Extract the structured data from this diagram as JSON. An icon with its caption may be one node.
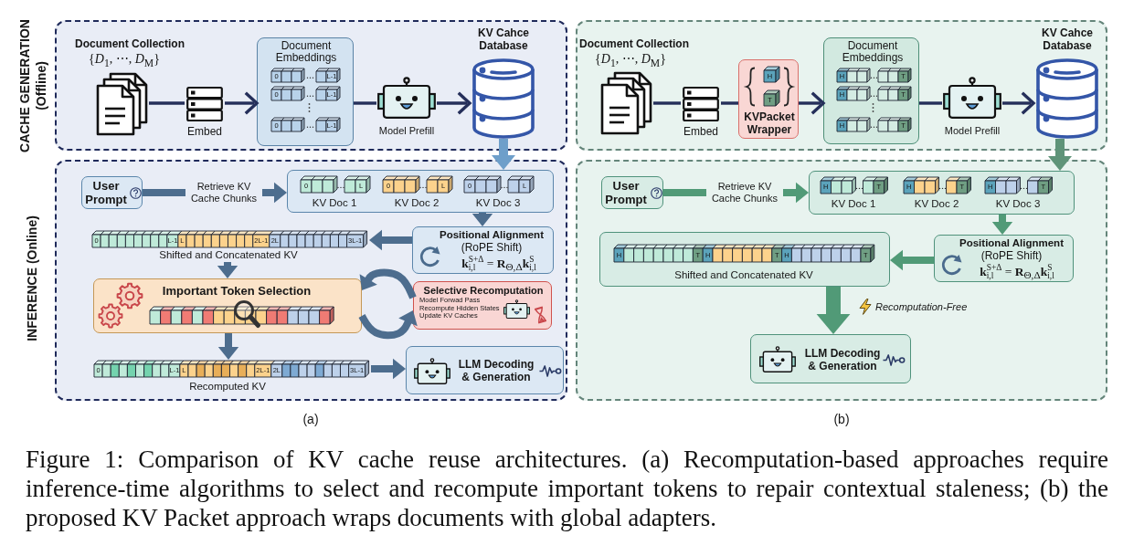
{
  "diagram": {
    "caption": "Figure 1: Comparison of KV cache reuse architectures. (a) Recomputation-based approaches require inference-time algorithms to select and recompute important tokens to repair contextual staleness; (b) the proposed KV Packet approach wraps documents with global adapters.",
    "nodes": [
      {
        "text": [
          "CACHE GENERATION (Offline)"
        ]
      },
      {
        "text": [],
        "shape": "picture",
        "in": 0,
        "beside": [
          "Document Collection",
          "{*D*$_{1}$, ⋯, *D*$_{M}$}"
        ]
      },
      {
        "text": [
          "Embed"
        ],
        "in": 0
      },
      {
        "text": [
          "Document Embeddings",
          "0",
          "L-1",
          "0",
          "L-1",
          "0",
          "L-1"
        ],
        "in": 0
      },
      {
        "text": [
          "Model Prefill"
        ],
        "in": 0
      },
      {
        "text": [
          "KV Cahce Database"
        ],
        "in": 0
      },
      {
        "text": [
          "INFERENCE (Online)"
        ]
      },
      {
        "text": [
          "User Prompt"
        ],
        "in": 6
      },
      {
        "text": [
          "0",
          "L",
          "KV Doc 1",
          "0",
          "L",
          "KV Doc 2",
          "0",
          "L",
          "KV Doc 3"
        ],
        "in": 6
      },
      {
        "text": [
          "Positional Alignment",
          "(RoPE Shift)",
          "**k**$_{i,l}$$^{S+Δ}$ = **R**$_{Θ,Δ}$**k**$_{i,l}$$^{S}$"
        ],
        "in": 6
      },
      {
        "text": [
          "0",
          "L-1",
          "L",
          "2L-1",
          "2L",
          "3L-1",
          "Shifted and Concatenated KV"
        ],
        "in": 6
      },
      {
        "text": [
          "Important Token Selection"
        ],
        "in": 6
      },
      {
        "text": [
          "Selective Recomputation",
          "Model Forwad Pass",
          "Recompute Hidden States",
          "Update KV Caches"
        ],
        "in": 6
      },
      {
        "text": [
          "0",
          "L-1",
          "L",
          "2L-1",
          "2L",
          "3L-1",
          "Recomputed KV"
        ],
        "in": 6
      },
      {
        "text": [
          "LLM Decoding & Generation"
        ],
        "in": 6
      },
      {
        "text": [],
        "shape": "box"
      },
      {
        "text": [],
        "shape": "picture",
        "in": 15,
        "beside": [
          "Document Collection",
          "{*D*$_{1}$, ⋯, *D*$_{M}$}"
        ]
      },
      {
        "text": [
          "Embed"
        ],
        "in": 15
      },
      {
        "text": [
          "H",
          "T",
          "KVPacket Wrapper"
        ],
        "in": 15
      },
      {
        "text": [
          "Document Embeddings",
          "H",
          "T",
          "H",
          "T",
          "H",
          "T"
        ],
        "in": 15
      },
      {
        "text": [
          "Model Prefill"
        ],
        "in": 15
      },
      {
        "text": [
          "KV Cahce Database"
        ],
        "in": 15
      },
      {
        "text": [],
        "shape": "box"
      },
      {
        "text": [
          "User Prompt"
        ],
        "in": 22
      },
      {
        "text": [
          "H",
          "T",
          "KV Doc 1",
          "H",
          "T",
          "KV Doc 2",
          "H",
          "T",
          "KV Doc 3"
        ],
        "in": 22
      },
      {
        "text": [
          "Positional Alignment",
          "(RoPE Shift)",
          "**k**$_{i,l}$$^{S+Δ}$ = **R**$_{Θ,Δ}$**k**$_{i,l}$$^{S}$"
        ],
        "in": 22
      },
      {
        "text": [
          "H",
          "T",
          "H",
          "T",
          "H",
          "T",
          "Shifted and Concatenated KV"
        ],
        "in": 22
      },
      {
        "text": [
          "LLM Decoding & Generation"
        ],
        "in": 22
      }
    ],
    "edges": [
      {
        "from": 1,
        "to": 2,
        "arrow": "none"
      },
      {
        "from": 2,
        "to": 3,
        "arrow": "to"
      },
      {
        "from": 3,
        "to": 4,
        "arrow": "none"
      },
      {
        "from": 4,
        "to": 5,
        "arrow": "to"
      },
      {
        "from": 5,
        "to": 8,
        "arrow": "to",
        "color": "#6e9fca"
      },
      {
        "from": 7,
        "to": 8,
        "arrow": "to",
        "label": "Retrieve KV Cache Chunks",
        "color": "#4d6d8e"
      },
      {
        "from": 8,
        "to": 9,
        "arrow": "to",
        "color": "#4d6d8e"
      },
      {
        "from": 9,
        "to": 10,
        "arrow": "to",
        "color": "#4d6d8e"
      },
      {
        "from": 10,
        "to": 11,
        "arrow": "to",
        "color": "#4d6d8e"
      },
      {
        "from": 12,
        "to": 11,
        "arrow": "to",
        "color": "#4d6d8e"
      },
      {
        "from": 11,
        "to": 12,
        "arrow": "to",
        "color": "#4d6d8e"
      },
      {
        "from": 11,
        "to": 13,
        "arrow": "to",
        "color": "#4d6d8e"
      },
      {
        "from": 13,
        "to": 14,
        "arrow": "to",
        "color": "#4d6d8e"
      },
      {
        "from": 16,
        "to": 17,
        "arrow": "none"
      },
      {
        "from": 17,
        "to": 18,
        "arrow": "none"
      },
      {
        "from": 18,
        "to": 19,
        "arrow": "to"
      },
      {
        "from": 19,
        "to": 20,
        "arrow": "none"
      },
      {
        "from": 20,
        "to": 21,
        "arrow": "to"
      },
      {
        "from": 21,
        "to": 24,
        "arrow": "to",
        "color": "#5f9479"
      },
      {
        "from": 23,
        "to": 24,
        "arrow": "to",
        "label": "Retrieve KV Cache Chunks",
        "color": "#519a77"
      },
      {
        "from": 24,
        "to": 25,
        "arrow": "to",
        "color": "#519a77"
      },
      {
        "from": 25,
        "to": 26,
        "arrow": "to",
        "color": "#519a77"
      },
      {
        "from": 26,
        "to": 27,
        "arrow": "to",
        "label": "Recomputation-Free",
        "style": "thick",
        "color": "#519a77"
      }
    ],
    "labels": [
      "(a)",
      "(b)"
    ]
  }
}
